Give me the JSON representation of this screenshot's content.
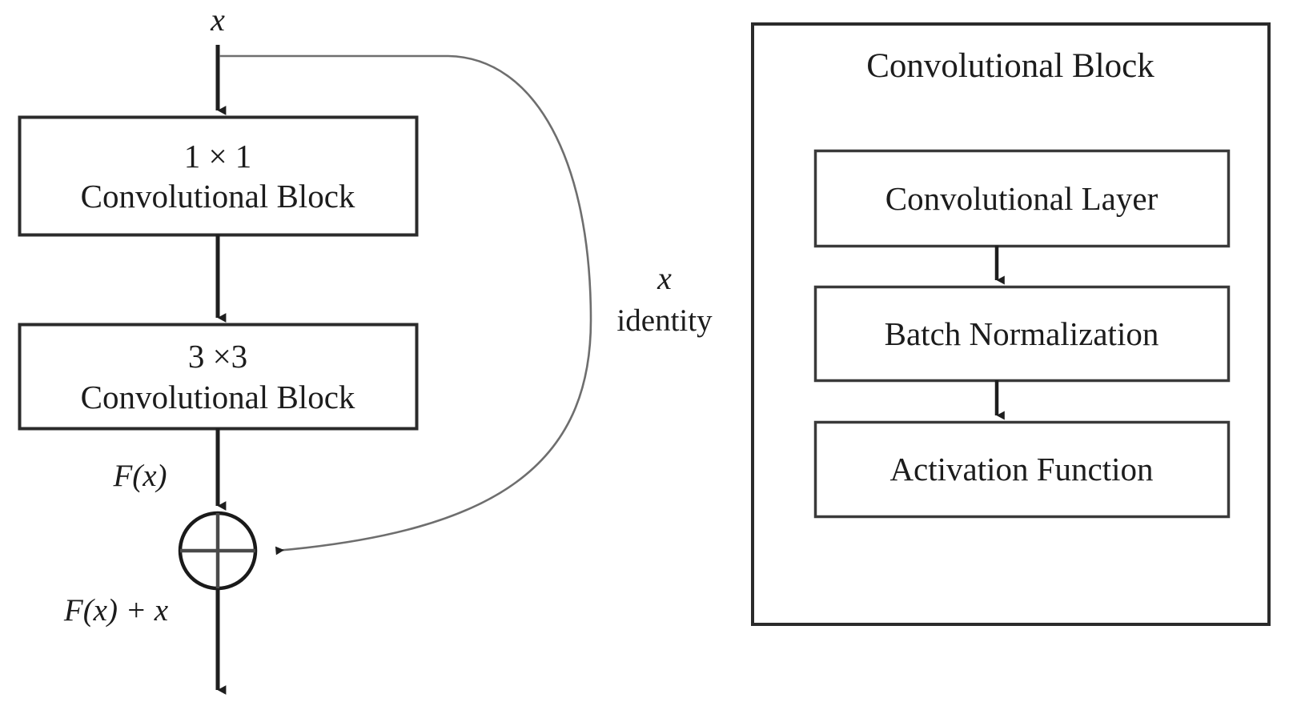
{
  "diagram": {
    "type": "residual-block-architecture",
    "background_color": "#ffffff",
    "line_color": "#2a2a2a",
    "curve_color": "#707070",
    "box_border_color": "#333333",
    "left_branch": {
      "input_label": "x",
      "blocks": [
        {
          "dimension": "1 × 1",
          "name": "Convolutional Block"
        },
        {
          "dimension": "3 ×3",
          "name": "Convolutional Block"
        }
      ],
      "residual_output_label": "F(x)",
      "sum_operator": "plus-circle",
      "final_output_label": "F(x) + x"
    },
    "skip_connection": {
      "variable_label": "x",
      "description_label": "identity"
    },
    "right_panel": {
      "title": "Convolutional Block",
      "layers": [
        {
          "label": "Convolutional Layer"
        },
        {
          "label": "Batch Normalization"
        },
        {
          "label": "Activation Function"
        }
      ]
    }
  }
}
